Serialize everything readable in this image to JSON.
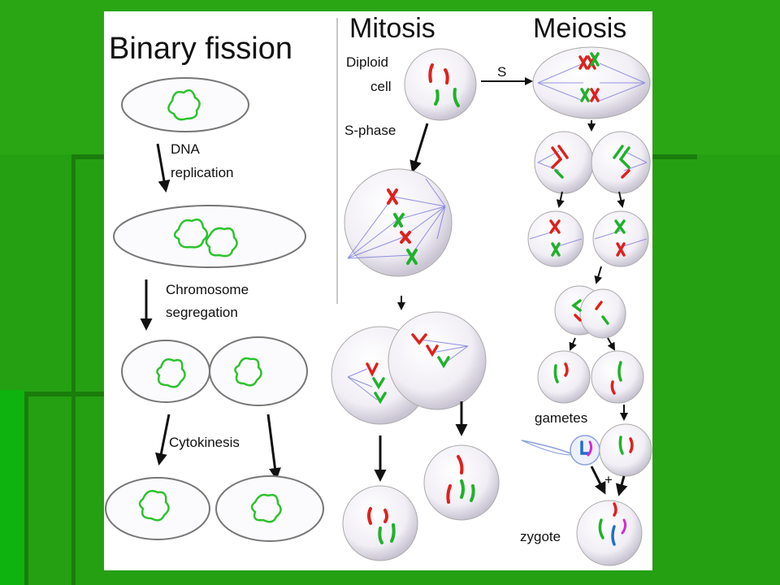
{
  "titles": {
    "binary_fission": "Binary fission",
    "mitosis": "Mitosis",
    "meiosis": "Meiosis"
  },
  "labels": {
    "dna": "DNA",
    "replication": "replication",
    "chromosome": "Chromosome",
    "segregation": "segregation",
    "cytokinesis": "Cytokinesis",
    "diploid": "Diploid",
    "cell": "cell",
    "s_phase": "S-phase",
    "s": "S",
    "gametes": "gametes",
    "plus": "+",
    "zygote": "zygote"
  },
  "colors": {
    "background_green": "#25a012",
    "panel": "#ffffff",
    "chromosome_red": "#e0201c",
    "chromosome_green": "#1fb22a",
    "chromosome_blue": "#1e6fc8",
    "chromosome_magenta": "#d22cd2",
    "spindle": "#7d7ddc",
    "dna_loop": "#2dc22d"
  }
}
